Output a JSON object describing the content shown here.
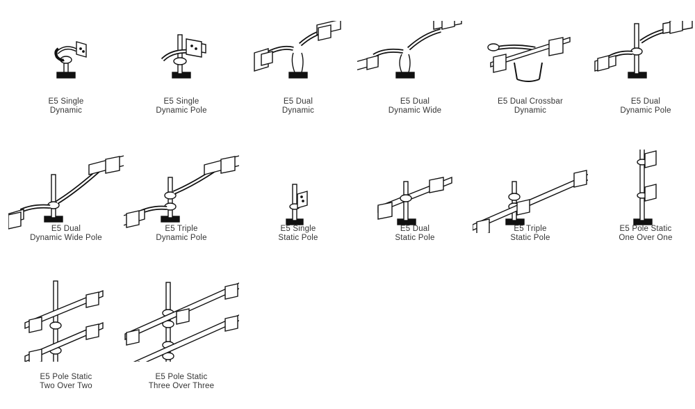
{
  "products": [
    {
      "line1": "E5 Single",
      "line2": "Dynamic",
      "icon": "single-dynamic-arm-icon"
    },
    {
      "line1": "E5 Single",
      "line2": "Dynamic Pole",
      "icon": "single-dynamic-pole-arm-icon"
    },
    {
      "line1": "E5 Dual",
      "line2": "Dynamic",
      "icon": "dual-dynamic-arm-icon"
    },
    {
      "line1": "E5 Dual",
      "line2": "Dynamic Wide",
      "icon": "dual-dynamic-wide-arm-icon"
    },
    {
      "line1": "E5 Dual Crossbar",
      "line2": "Dynamic",
      "icon": "dual-crossbar-dynamic-arm-icon"
    },
    {
      "line1": "E5 Dual",
      "line2": "Dynamic Pole",
      "icon": "dual-dynamic-pole-arm-icon"
    },
    {
      "line1": "E5 Dual",
      "line2": "Dynamic Wide Pole",
      "icon": "dual-dynamic-wide-pole-arm-icon"
    },
    {
      "line1": "E5 Triple",
      "line2": "Dynamic Pole",
      "icon": "triple-dynamic-pole-arm-icon"
    },
    {
      "line1": "E5 Single",
      "line2": "Static Pole",
      "icon": "single-static-pole-arm-icon"
    },
    {
      "line1": "E5 Dual",
      "line2": "Static Pole",
      "icon": "dual-static-pole-arm-icon"
    },
    {
      "line1": "E5 Triple",
      "line2": "Static Pole",
      "icon": "triple-static-pole-arm-icon"
    },
    {
      "line1": "E5 Pole Static",
      "line2": "One Over One",
      "icon": "pole-static-one-over-one-icon"
    },
    {
      "line1": "E5 Pole Static",
      "line2": "Two Over Two",
      "icon": "pole-static-two-over-two-icon"
    },
    {
      "line1": "E5 Pole Static",
      "line2": "Three Over Three",
      "icon": "pole-static-three-over-three-icon"
    }
  ]
}
